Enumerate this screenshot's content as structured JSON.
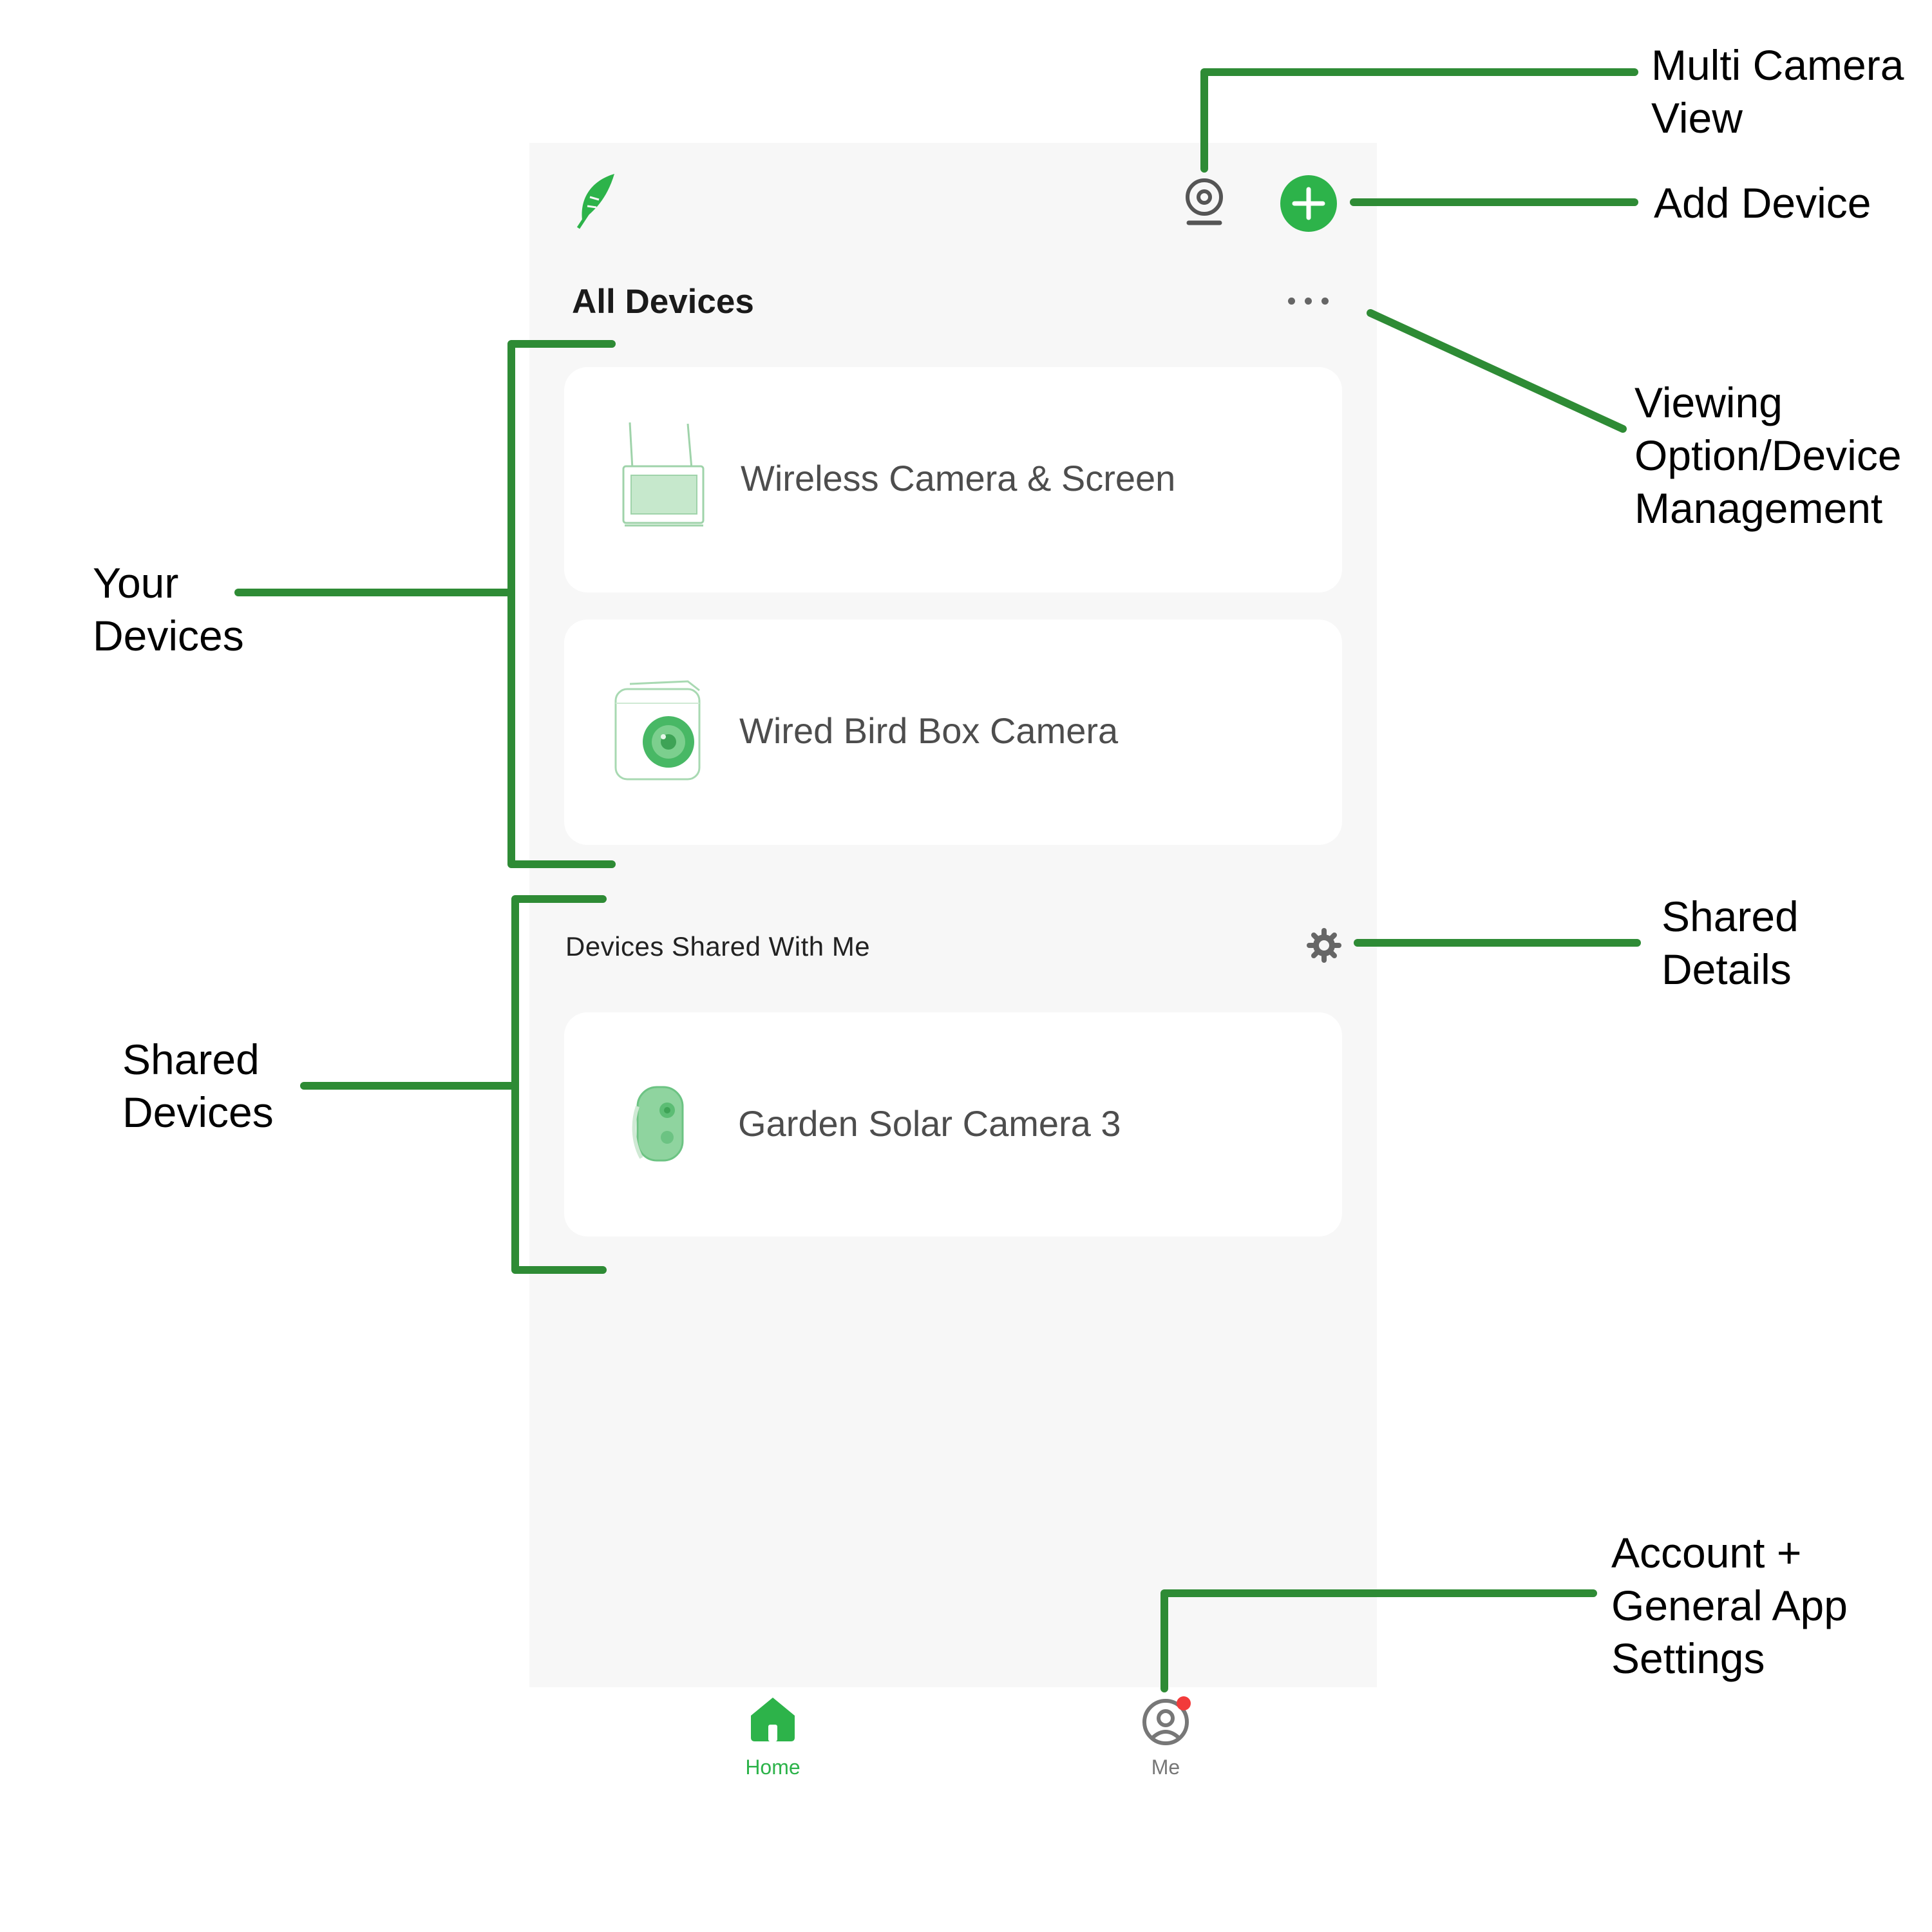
{
  "app": {
    "header": {
      "logo_icon": "feather-icon",
      "multi_camera_icon": "webcam-icon",
      "add_icon": "plus-icon",
      "more_icon": "ellipsis-icon"
    },
    "all_devices": {
      "title": "All Devices",
      "devices": [
        {
          "name": "Wireless Camera & Screen",
          "icon": "monitor-device-icon"
        },
        {
          "name": "Wired Bird Box Camera",
          "icon": "bird-box-camera-icon"
        }
      ]
    },
    "shared": {
      "title": "Devices Shared With Me",
      "settings_icon": "gear-icon",
      "devices": [
        {
          "name": "Garden Solar Camera 3",
          "icon": "solar-camera-icon"
        }
      ]
    },
    "tabbar": {
      "tabs": [
        {
          "label": "Home",
          "icon": "home-icon",
          "active": true
        },
        {
          "label": "Me",
          "icon": "user-icon",
          "active": false,
          "has_notification": true
        }
      ]
    }
  },
  "annotations": {
    "multi_camera": "Multi Camera\nView",
    "add_device": "Add Device",
    "viewing_option": "Viewing\nOption/Device\nManagement",
    "your_devices": "Your\nDevices",
    "shared_details": "Shared\nDetails",
    "shared_devices": "Shared\nDevices",
    "account": "Account +\nGeneral App\nSettings"
  },
  "colors": {
    "brand_green": "#2db34a",
    "annotation_green": "#2e8b35",
    "screen_background": "#f7f7f7",
    "notification_red": "#f23b3b",
    "inactive_gray": "#777777"
  }
}
